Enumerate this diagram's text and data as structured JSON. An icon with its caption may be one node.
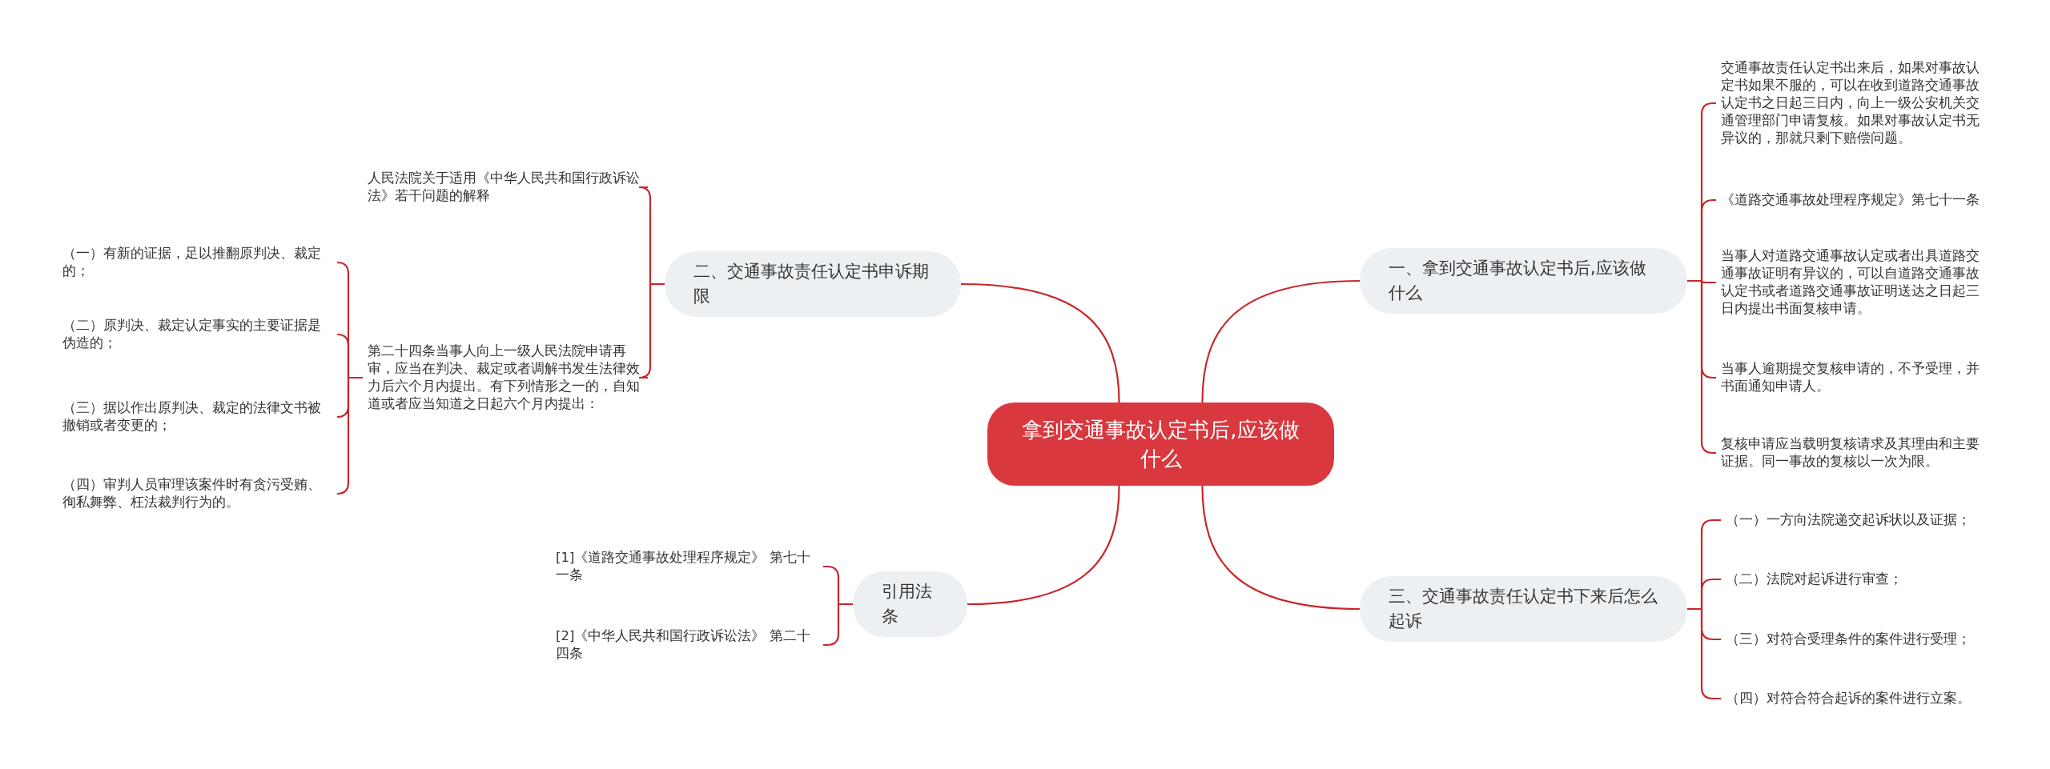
{
  "diagram": {
    "nodes": [
      {
        "text": [
          "拿到交通事故认定书后,应该做什么"
        ]
      },
      {
        "text": [
          "一、拿到交通事故认定书后,应该做什么"
        ]
      },
      {
        "text": [
          "交通事故责任认定书出来后，如果对事故认定书如果不服的，可以在收到道路交通事故认定书之日起三日内，向上一级公安机关交通管理部门申请复核。如果对事故认定书无异议的，那就只剩下赔偿问题。"
        ]
      },
      {
        "text": [
          "《道路交通事故处理程序规定》第七十一条"
        ]
      },
      {
        "text": [
          "当事人对道路交通事故认定或者出具道路交通事故证明有异议的，可以自道路交通事故认定书或者道路交通事故证明送达之日起三日内提出书面复核申请。"
        ]
      },
      {
        "text": [
          "当事人逾期提交复核申请的，不予受理，并书面通知申请人。"
        ]
      },
      {
        "text": [
          "复核申请应当载明复核请求及其理由和主要证据。同一事故的复核以一次为限。"
        ]
      },
      {
        "text": [
          "二、交通事故责任认定书申诉期限"
        ]
      },
      {
        "text": [
          "人民法院关于适用《中华人民共和国行政诉讼法》若干问题的解释"
        ]
      },
      {
        "text": [
          "第二十四条当事人向上一级人民法院申请再审，应当在判决、裁定或者调解书发生法律效力后六个月内提出。有下列情形之一的，自知道或者应当知道之日起六个月内提出："
        ]
      },
      {
        "text": [
          "（一）有新的证据，足以推翻原判决、裁定的；"
        ]
      },
      {
        "text": [
          "（二）原判决、裁定认定事实的主要证据是伪造的；"
        ]
      },
      {
        "text": [
          "（三）据以作出原判决、裁定的法律文书被撤销或者变更的；"
        ]
      },
      {
        "text": [
          "（四）审判人员审理该案件时有贪污受贿、徇私舞弊、枉法裁判行为的。"
        ]
      },
      {
        "text": [
          "三、交通事故责任认定书下来后怎么起诉"
        ]
      },
      {
        "text": [
          "（一）一方向法院递交起诉状以及证据；"
        ]
      },
      {
        "text": [
          "（二）法院对起诉进行审查；"
        ]
      },
      {
        "text": [
          "（三）对符合受理条件的案件进行受理；"
        ]
      },
      {
        "text": [
          "（四）对符合符合起诉的案件进行立案。"
        ]
      },
      {
        "text": [
          "引用法条"
        ]
      },
      {
        "text": [
          "[1]《道路交通事故处理程序规定》 第七十一条"
        ]
      },
      {
        "text": [
          "[2]《中华人民共和国行政诉讼法》 第二十四条"
        ]
      }
    ],
    "edges": [
      {
        "from": 0,
        "to": 1,
        "arrow": "none"
      },
      {
        "from": 1,
        "to": 2,
        "arrow": "none"
      },
      {
        "from": 1,
        "to": 3,
        "arrow": "none"
      },
      {
        "from": 1,
        "to": 4,
        "arrow": "none"
      },
      {
        "from": 1,
        "to": 5,
        "arrow": "none"
      },
      {
        "from": 1,
        "to": 6,
        "arrow": "none"
      },
      {
        "from": 0,
        "to": 7,
        "arrow": "none"
      },
      {
        "from": 7,
        "to": 8,
        "arrow": "none"
      },
      {
        "from": 7,
        "to": 9,
        "arrow": "none"
      },
      {
        "from": 9,
        "to": 10,
        "arrow": "none"
      },
      {
        "from": 9,
        "to": 11,
        "arrow": "none"
      },
      {
        "from": 9,
        "to": 12,
        "arrow": "none"
      },
      {
        "from": 9,
        "to": 13,
        "arrow": "none"
      },
      {
        "from": 0,
        "to": 14,
        "arrow": "none"
      },
      {
        "from": 14,
        "to": 15,
        "arrow": "none"
      },
      {
        "from": 14,
        "to": 16,
        "arrow": "none"
      },
      {
        "from": 14,
        "to": 17,
        "arrow": "none"
      },
      {
        "from": 14,
        "to": 18,
        "arrow": "none"
      },
      {
        "from": 0,
        "to": 19,
        "arrow": "none"
      },
      {
        "from": 19,
        "to": 20,
        "arrow": "none"
      },
      {
        "from": 19,
        "to": 21,
        "arrow": "none"
      }
    ]
  }
}
